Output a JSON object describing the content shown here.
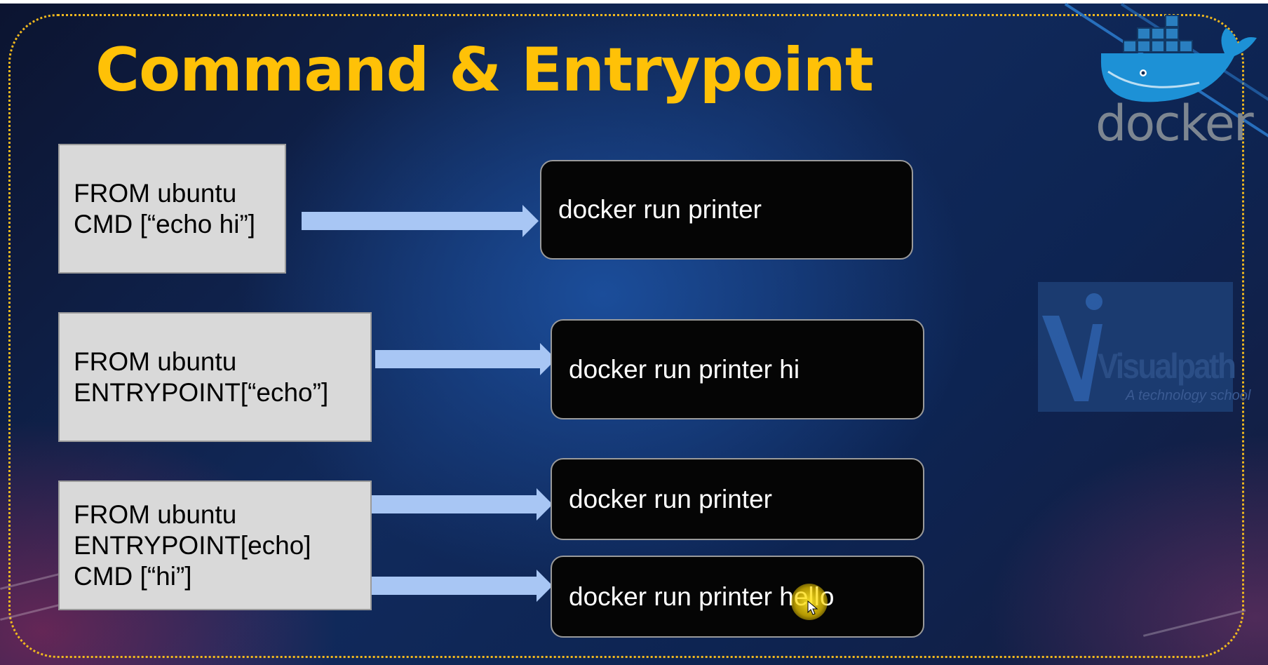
{
  "title": "Command & Entrypoint",
  "rows": [
    {
      "dockerfile": [
        "FROM ubuntu",
        "CMD [“echo hi”]"
      ],
      "commands": [
        "docker run printer"
      ]
    },
    {
      "dockerfile": [
        "FROM ubuntu",
        "ENTRYPOINT[“echo”]"
      ],
      "commands": [
        "docker run printer hi"
      ]
    },
    {
      "dockerfile": [
        "FROM ubuntu",
        "ENTRYPOINT[echo]",
        "CMD [“hi”]"
      ],
      "commands": [
        "docker run printer",
        "docker run printer hello"
      ]
    }
  ],
  "logos": {
    "docker_text": "docker",
    "visualpath_text": "Visualpath",
    "visualpath_tagline": "A technology school"
  },
  "colors": {
    "title": "#ffc107",
    "frame": "#f0b81e",
    "arrow": "#a8c6f4",
    "dockerfile_box": "#d9d9d9",
    "command_box": "#050505"
  }
}
